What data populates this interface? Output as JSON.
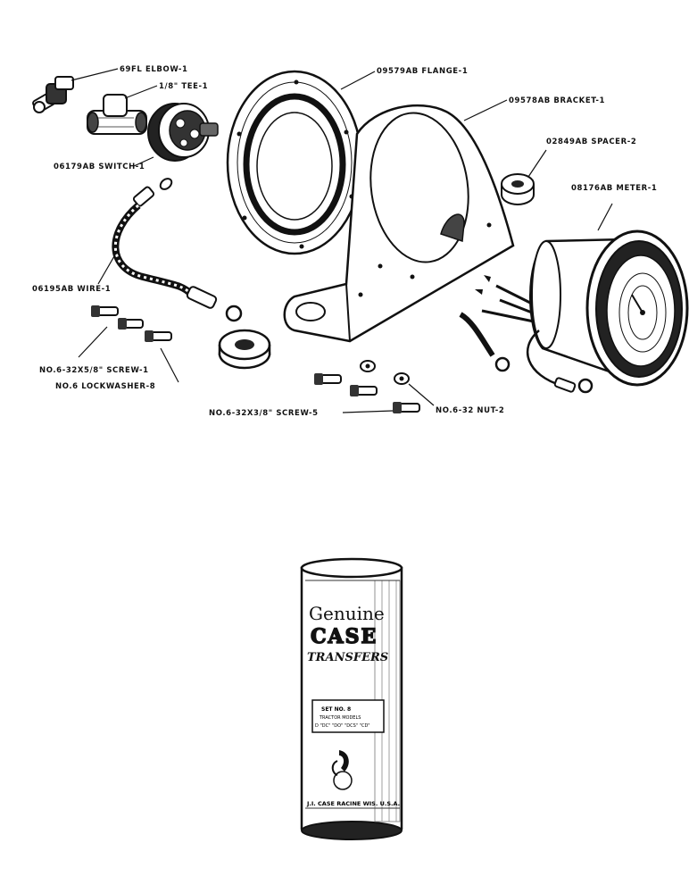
{
  "parts_diagram": {
    "labels": {
      "elbow": "69FL ELBOW-1",
      "tee": "1/8\" TEE-1",
      "switch": "06179AB SWITCH-1",
      "flange": "09579AB FLANGE-1",
      "bracket": "09578AB BRACKET-1",
      "spacer": "02849AB SPACER-2",
      "meter": "08176AB METER-1",
      "wire": "06195AB WIRE-1",
      "screw_short": "NO.6-32X5/8\" SCREW-1",
      "lockwasher": "NO.6 LOCKWASHER-8",
      "screw_long": "NO.6-32X3/8\" SCREW-5",
      "nut": "NO.6-32 NUT-2"
    }
  },
  "transfer_package": {
    "line1": "Genuine",
    "line2": "CASE",
    "line3": "TRANSFERS",
    "tag_line1": "SET NO. 8",
    "tag_line2": "TRACTOR MODELS",
    "tag_line3": "D \"DC\" \"DO\" \"DCS\" \"CD\"",
    "bottom": "J.I. CASE    RACINE  WIS. U.S.A."
  }
}
